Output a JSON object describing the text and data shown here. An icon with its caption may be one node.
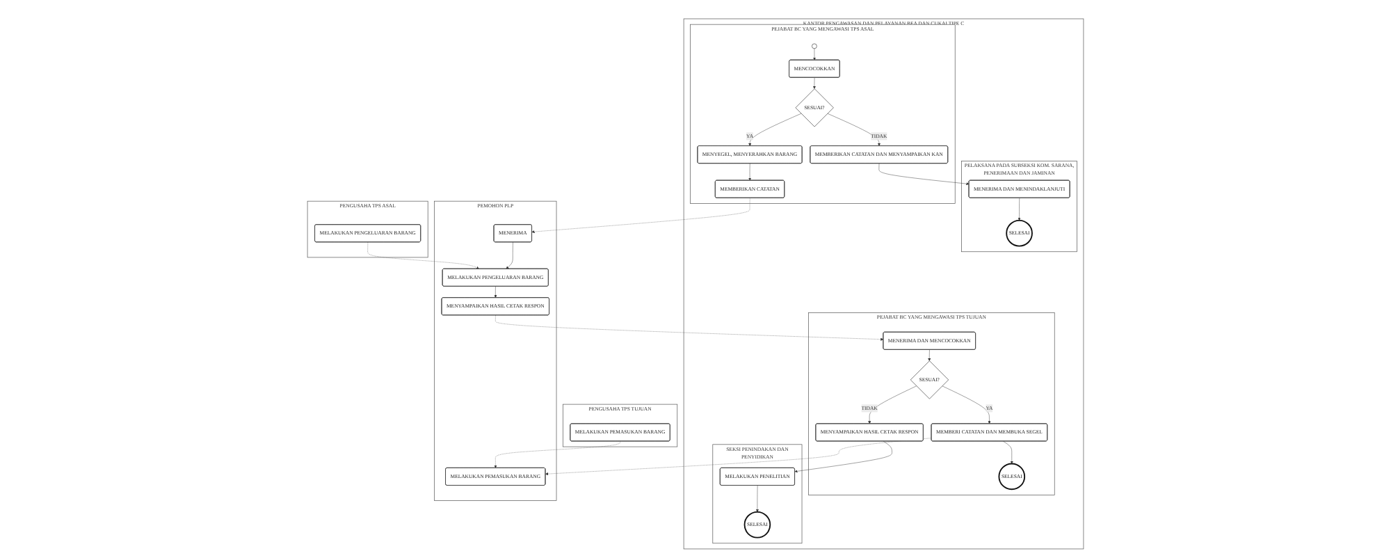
{
  "diagram": {
    "nodes": [
      {
        "text": [
          "KANTOR PENGAWASAN DAN PELAYANAN BEA DAN CUKAI TIPE C"
        ]
      },
      {
        "text": [
          "PELAKSANA PADA SUBSEKSI KOM. SARANA, PENERIMAAN DAN JAMINAN"
        ],
        "in": 0
      },
      {
        "text": [
          "PEJABAT BC YANG MENGAWASI TPS ASAL"
        ],
        "in": 0
      },
      {
        "text": [
          "PEJABAT BC YANG MENGAWASI TPS TUJUAN"
        ],
        "in": 0
      },
      {
        "text": [
          "SEKSI PENINDAKAN DAN PENYIDIKAN"
        ],
        "in": 0
      },
      {
        "text": [],
        "shape": "circle",
        "in": 2
      },
      {
        "text": [
          "MENCOCOKKAN"
        ],
        "in": 2
      },
      {
        "text": [
          "SESUAI?"
        ],
        "in": 2
      },
      {
        "text": [
          "MEMBERIKAN CATATAN DAN MENYAMPAIKAN KAN"
        ],
        "in": 2
      },
      {
        "text": [
          "MENERIMA DAN MENINDAKLANJUTI"
        ],
        "in": 1
      },
      {
        "text": [
          "SELESAI"
        ],
        "in": 1
      },
      {
        "text": [
          "MENYEGEL, MENYERAHKAN BARANG"
        ],
        "in": 2
      },
      {
        "text": [
          "MEMBERIKAN CATATAN"
        ],
        "in": 2
      },
      {
        "text": [
          "MENERIMA DAN MENCOCOKKAN"
        ],
        "in": 3
      },
      {
        "text": [
          "SESUAI?"
        ],
        "in": 3
      },
      {
        "text": [
          "MEMBERI CATATAN DAN MEMBUKA SEGEL"
        ],
        "in": 3
      },
      {
        "text": [
          "SELESAI"
        ],
        "in": 3
      },
      {
        "text": [
          "MENYAMPAIKAN HASIL CETAK RESPON"
        ],
        "in": 3
      },
      {
        "text": [
          "MELAKUKAN PENELITIAN"
        ],
        "in": 4
      },
      {
        "text": [
          "SELESAI"
        ],
        "in": 4
      },
      {
        "text": [
          "PEMOHON PLP"
        ]
      },
      {
        "text": [
          "MENERIMA"
        ],
        "in": 20
      },
      {
        "text": [
          "MELAKUKAN PENGELUARAN BARANG"
        ],
        "in": 20
      },
      {
        "text": [
          "MENYAMPAIKAN HASIL CETAK RESPON"
        ],
        "in": 20
      },
      {
        "text": [
          "MELAKUKAN PEMASUKAN BARANG"
        ],
        "in": 20
      },
      {
        "text": [
          "PENGUSAHA TPS ASAL"
        ]
      },
      {
        "text": [
          "MELAKUKAN PENGELUARAN BARANG"
        ],
        "in": 25
      },
      {
        "text": [
          "PENGUSAHA TPS TUJUAN"
        ]
      },
      {
        "text": [
          "MELAKUKAN PEMASUKAN BARANG"
        ],
        "in": 27
      }
    ],
    "edges": [
      {
        "from": 5,
        "to": 6,
        "arrow": "to"
      },
      {
        "from": 6,
        "to": 7,
        "arrow": "to"
      },
      {
        "from": 7,
        "to": 8,
        "arrow": "to",
        "label": "TIDAK"
      },
      {
        "from": 7,
        "to": 11,
        "arrow": "to",
        "label": "YA"
      },
      {
        "from": 8,
        "to": 9,
        "arrow": "to"
      },
      {
        "from": 9,
        "to": 10,
        "arrow": "to"
      },
      {
        "from": 11,
        "to": 12,
        "arrow": "to"
      },
      {
        "from": 12,
        "to": 21,
        "arrow": "to",
        "style": "dashed"
      },
      {
        "from": 21,
        "to": 22,
        "arrow": "to"
      },
      {
        "from": 26,
        "to": 22,
        "arrow": "to",
        "style": "dashed"
      },
      {
        "from": 22,
        "to": 23,
        "arrow": "to"
      },
      {
        "from": 23,
        "to": 13,
        "arrow": "to",
        "style": "dashed"
      },
      {
        "from": 13,
        "to": 14,
        "arrow": "to"
      },
      {
        "from": 14,
        "to": 15,
        "arrow": "to",
        "label": "YA"
      },
      {
        "from": 14,
        "to": 17,
        "arrow": "to",
        "label": "TIDAK"
      },
      {
        "from": 15,
        "to": 16,
        "arrow": "to"
      },
      {
        "from": 17,
        "to": 18,
        "arrow": "to"
      },
      {
        "from": 18,
        "to": 19,
        "arrow": "to"
      },
      {
        "from": 15,
        "to": 24,
        "arrow": "to",
        "style": "dashed"
      },
      {
        "from": 28,
        "to": 24,
        "arrow": "to",
        "style": "dashed"
      }
    ]
  }
}
